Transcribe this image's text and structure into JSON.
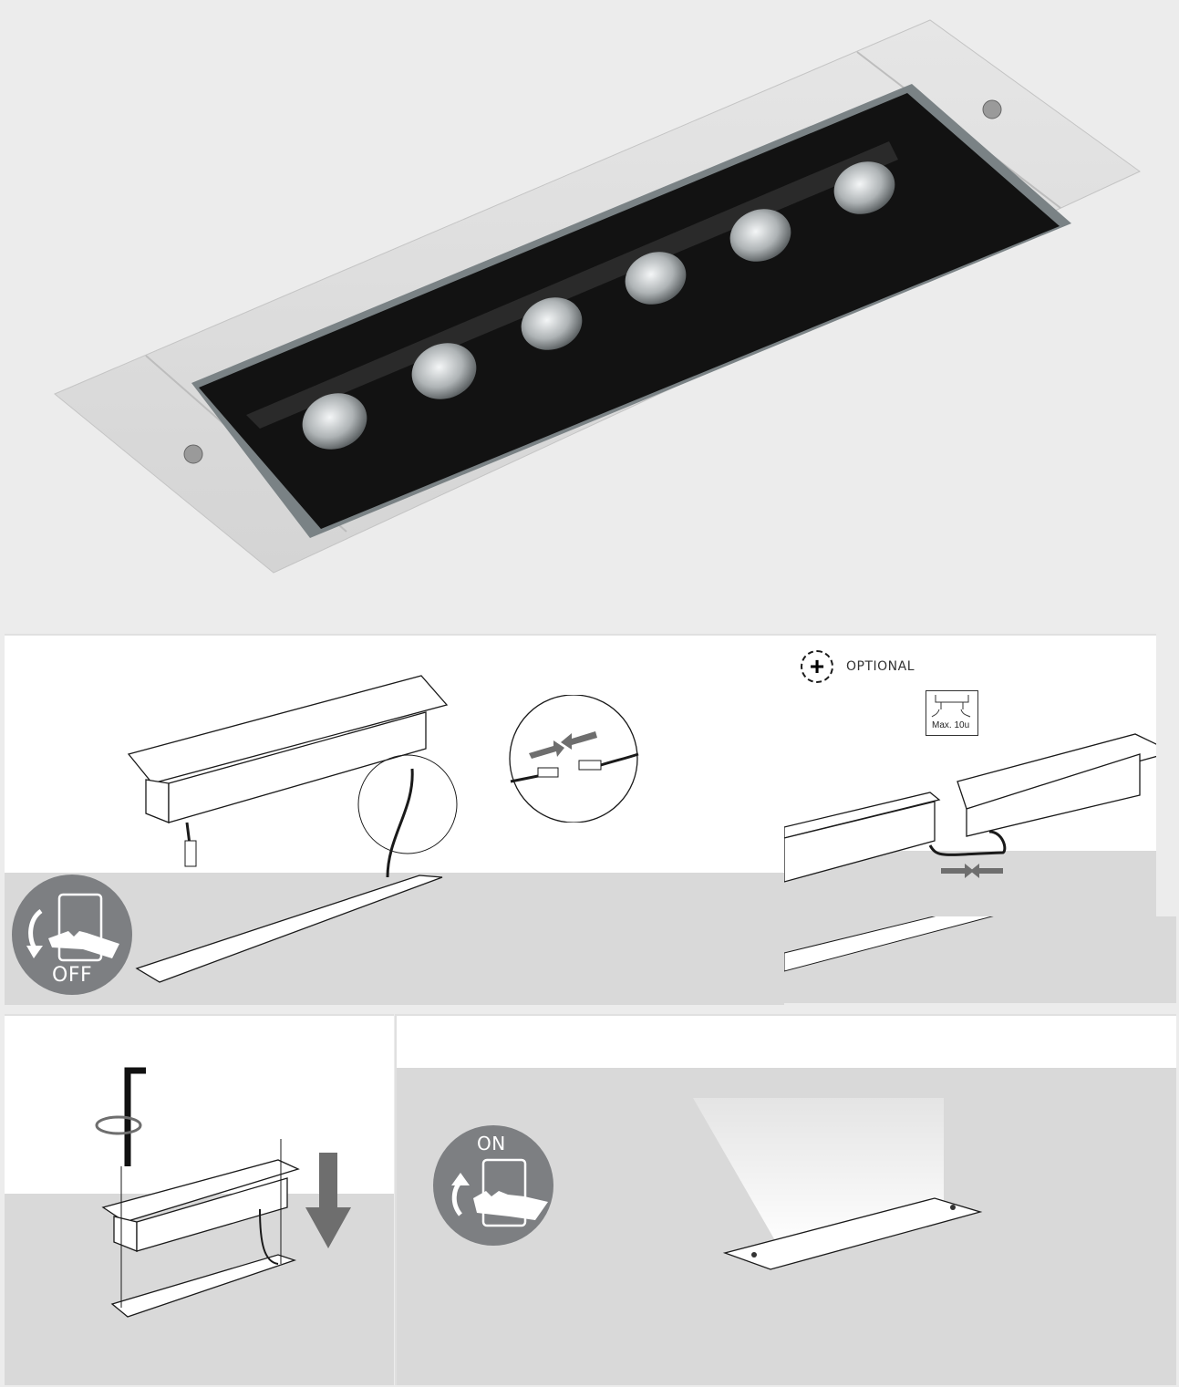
{
  "product": {
    "name": "recessed-linear-led-wall-washer",
    "led_count": 6,
    "colors": {
      "background": "#ececec",
      "frame": "#dcdcdc",
      "frame_shade": "#c8c8c8",
      "lens_bay": "#111111",
      "lens": "#c9ced0",
      "screw": "#8a8a8a"
    }
  },
  "steps": [
    {
      "id": "step-1",
      "switch_label": "OFF",
      "icon": "power-switch-off-icon",
      "detail": "connector-plug-detail"
    },
    {
      "id": "step-2",
      "optional_label": "OPTIONAL",
      "optional_icon": "dashed-plus-icon",
      "max_badge": "Max. 10u"
    },
    {
      "id": "step-3",
      "tool_icon": "hex-key-rotate-icon",
      "direction_icon": "arrow-down-icon"
    },
    {
      "id": "step-4",
      "switch_label": "ON",
      "icon": "power-switch-on-icon"
    }
  ],
  "colors": {
    "panel": "#ffffff",
    "floor": "#d9d9d9",
    "badge": "#7d7f82",
    "arrow": "#6e6e6e",
    "line": "#1a1a1a"
  }
}
